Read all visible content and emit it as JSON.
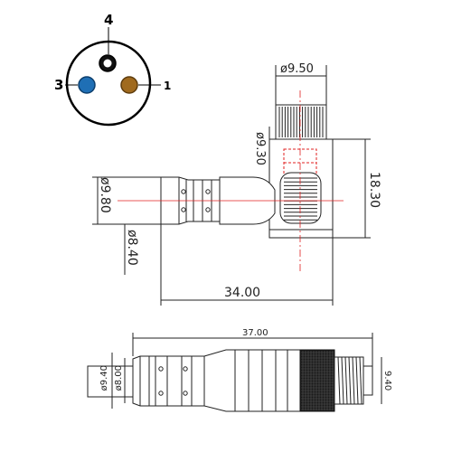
{
  "pinout": {
    "pins": [
      {
        "label": "4",
        "color": "#111111"
      },
      {
        "label": "3",
        "color": "#1f6fb5"
      },
      {
        "label": "1",
        "color": "#a06a1e"
      }
    ]
  },
  "side_view": {
    "dim_nut_diameter": "ø9.50",
    "dim_inner_diameter": "ø9.30",
    "dim_body_height": "18.30",
    "dim_cable_diameter": "ø9.80",
    "dim_grip_diameter": "ø8.40",
    "dim_total_length": "34.00"
  },
  "bottom_view": {
    "dim_total_length": "37.00",
    "dim_outer_diameter": "ø9.40",
    "dim_inner_diameter": "ø8.00",
    "dim_end_diameter": "9.40"
  },
  "colors": {
    "line": "#222222",
    "centerline": "#e02020",
    "hidden": "#e02020"
  }
}
